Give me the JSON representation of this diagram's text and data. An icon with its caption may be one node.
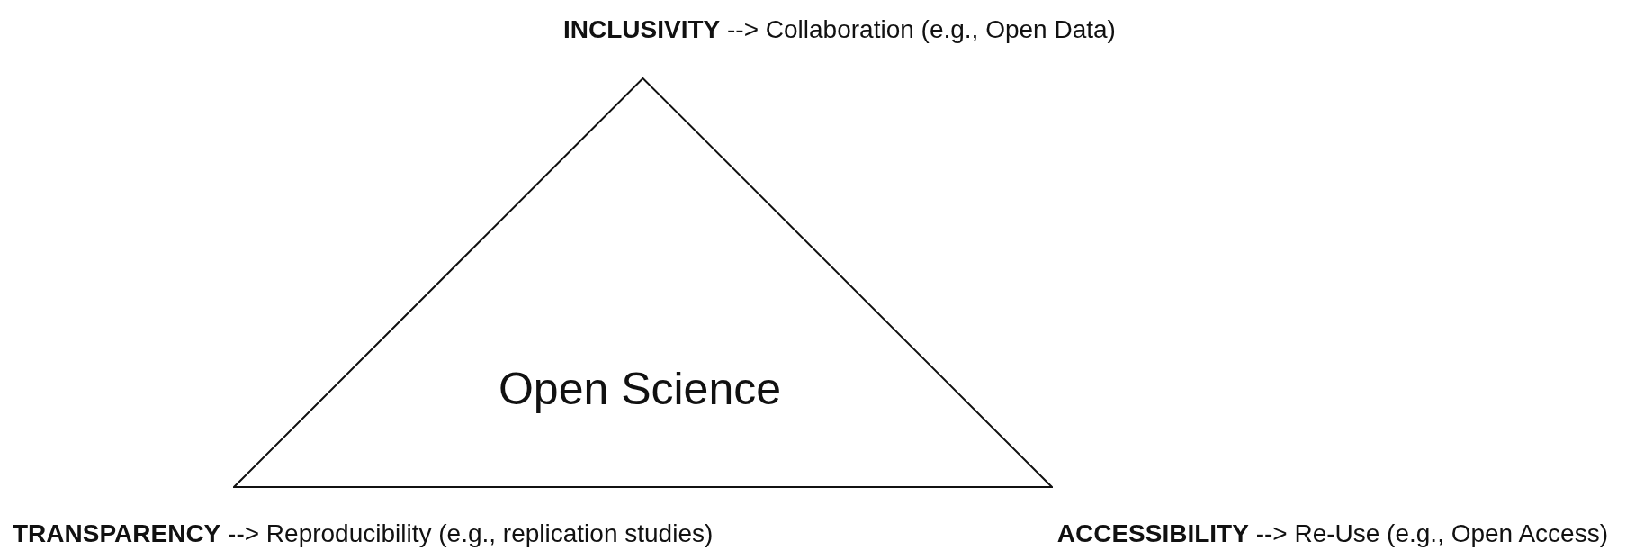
{
  "diagram": {
    "nodes": [
      {
        "text": [
          "Open Science"
        ]
      }
    ],
    "labels": [
      "**INCLUSIVITY** --> Collaboration (e.g., Open Data)",
      "**TRANSPARENCY** --> Reproducibility (e.g., replication studies)",
      "**ACCESSIBILITY** --> Re-Use (e.g., Open Access)"
    ]
  }
}
